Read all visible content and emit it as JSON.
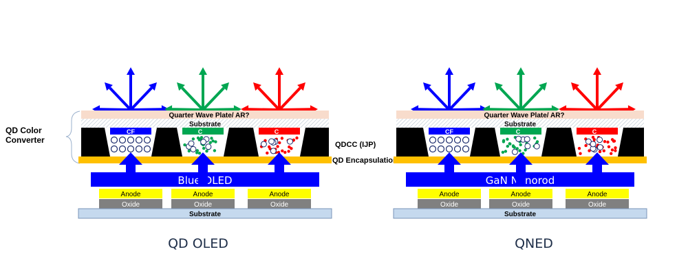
{
  "colors": {
    "blue": "#0000ff",
    "green": "#00a651",
    "red": "#ff0000",
    "anode": "#ffff00",
    "oxide": "#808080",
    "substrate_bottom": "#c5d9ee",
    "encapsulation": "#ffc000",
    "quarter_wave": "#f8dccc",
    "black_bank": "#000000"
  },
  "labels": {
    "qd_color_converter_line1": "QD Color",
    "qd_color_converter_line2": "Converter",
    "qdcc": "QDCC (IJP)",
    "qd_encapsulation": "QD Encapsulation"
  },
  "panels": [
    {
      "title": "QD OLED",
      "quarter_wave": "Quarter Wave Plate/ AR?",
      "top_substrate": "Substrate",
      "emitter": "Blue OLED",
      "anode": "Anode",
      "oxide": "Oxide",
      "bottom_substrate": "Substrate",
      "cf_blue": "CF",
      "cf_green": "C",
      "cf_red": "C"
    },
    {
      "title": "QNED",
      "quarter_wave": "Quarter Wave Plate/ AR?",
      "top_substrate": "Substrate",
      "emitter": "GaN Nanorod",
      "anode": "Anode",
      "oxide": "Oxide",
      "bottom_substrate": "Substrate",
      "cf_blue": "CF",
      "cf_green": "C",
      "cf_red": "C"
    }
  ]
}
